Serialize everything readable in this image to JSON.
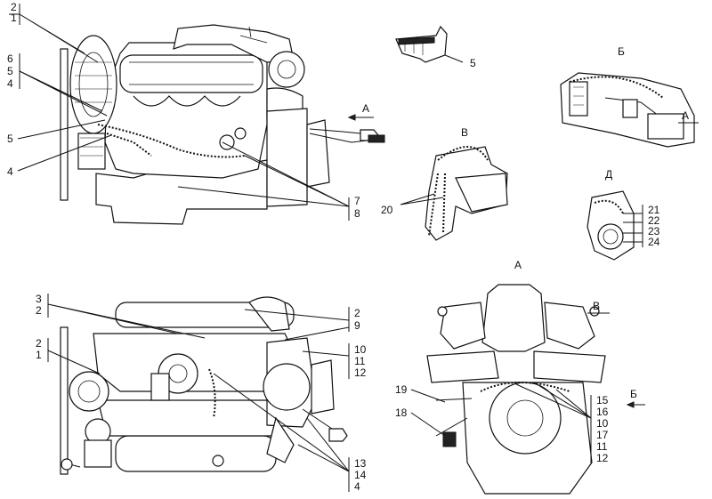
{
  "views": {
    "side": {
      "labels": [
        "2",
        "1",
        "6",
        "5",
        "4",
        "5",
        "4",
        "7",
        "8"
      ],
      "arrow_label": "А"
    },
    "detail_5": {
      "label": "5"
    },
    "detail_b": {
      "caption": "Б",
      "arrow_label": "А"
    },
    "detail_v": {
      "caption": "В",
      "label": "20"
    },
    "detail_d": {
      "caption": "Д",
      "labels": [
        "21",
        "22",
        "23",
        "24"
      ]
    },
    "top": {
      "labels_left": [
        "3",
        "2",
        "2",
        "1"
      ],
      "labels_right": [
        "2",
        "9",
        "10",
        "11",
        "12",
        "13",
        "14",
        "4"
      ]
    },
    "front": {
      "caption": "А",
      "view_label_v": "В",
      "view_label_b": "Б",
      "labels_left": [
        "19",
        "18"
      ],
      "labels_right": [
        "15",
        "16",
        "10",
        "17",
        "11",
        "12"
      ]
    }
  }
}
